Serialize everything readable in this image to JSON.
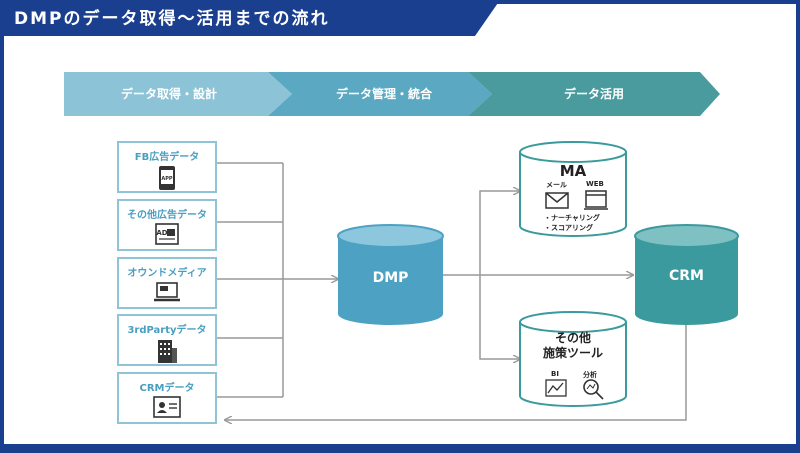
{
  "title": "DMPのデータ取得〜活用までの流れ",
  "phases": [
    {
      "label": "データ取得・設計"
    },
    {
      "label": "データ管理・統合"
    },
    {
      "label": "データ活用"
    }
  ],
  "sources": [
    {
      "label": "FB広告データ",
      "icon": "smartphone-app-icon",
      "icon_text": "APP"
    },
    {
      "label": "その他広告データ",
      "icon": "ad-document-icon",
      "icon_text": "AD"
    },
    {
      "label": "オウンドメディア",
      "icon": "laptop-icon"
    },
    {
      "label": "3rdPartyデータ",
      "icon": "building-icon"
    },
    {
      "label": "CRMデータ",
      "icon": "id-card-icon"
    }
  ],
  "dmp": {
    "label": "DMP"
  },
  "ma": {
    "label": "MA",
    "mail_label": "メール",
    "web_label": "WEB",
    "bullets": [
      "・ナーチャリング",
      "・スコアリング"
    ]
  },
  "crm": {
    "label": "CRM"
  },
  "other_tools": {
    "label_line1": "その他",
    "label_line2": "施策ツール",
    "bi_label": "BI",
    "analysis_label": "分析"
  },
  "colors": {
    "header_bg": "#1b3f8f",
    "phase1": "#8cc3d6",
    "phase2": "#5aa8c1",
    "phase3": "#4a9b9e",
    "dmp": "#4da2c4",
    "crm": "#3a9a9e",
    "connector": "#999999"
  }
}
